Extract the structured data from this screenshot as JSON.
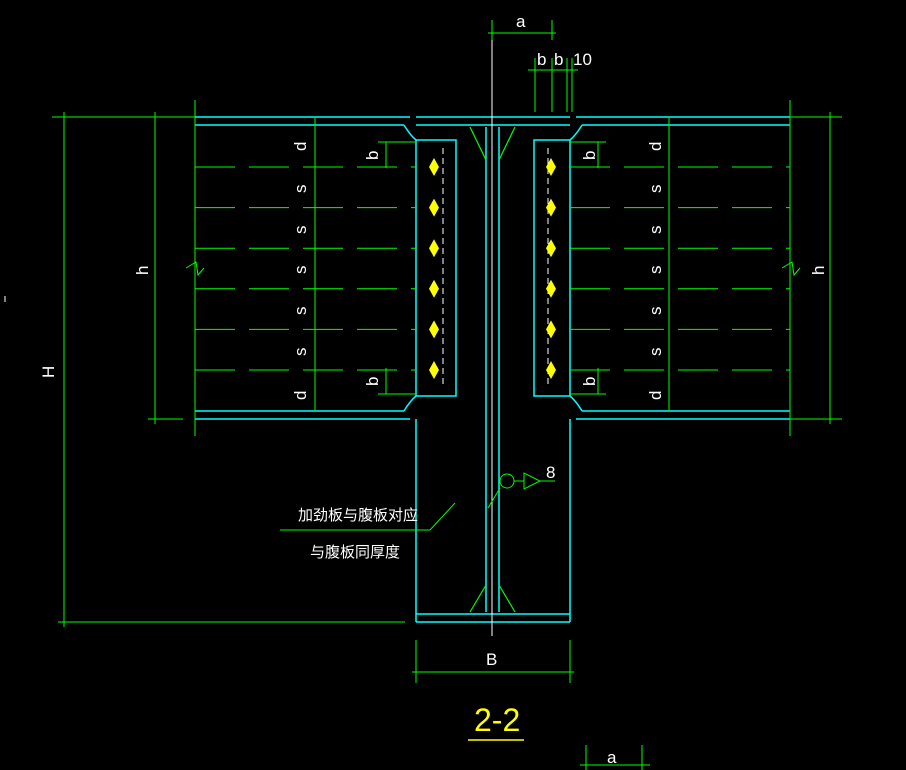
{
  "title": "2-2",
  "labels": {
    "a": "a",
    "b": "b",
    "ten": "10",
    "d": "d",
    "s": "s",
    "h": "h",
    "H": "H",
    "B": "B",
    "weld": "8"
  },
  "notes": {
    "line1": "加劲板与腹板对应",
    "line2": "与腹板同厚度"
  },
  "colors": {
    "background": "#000000",
    "steel": "#00ffff",
    "dimension": "#00ff00",
    "bolt": "#ffff00",
    "centerline": "#ffffff",
    "text": "#ffffff",
    "title": "#ffff00"
  },
  "bolt_rows": 6,
  "bolt_columns": 2
}
